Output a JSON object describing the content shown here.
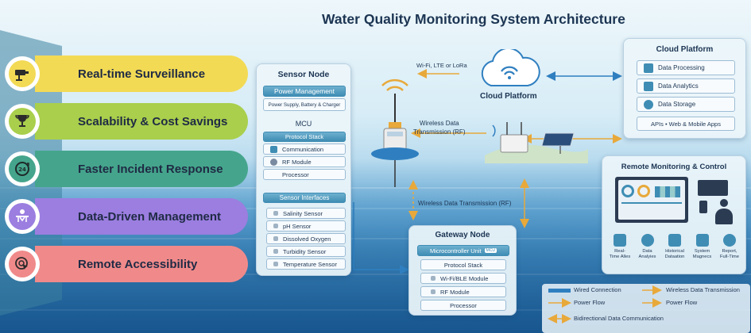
{
  "title": "Water Quality Monitoring System Architecture",
  "benefits": [
    {
      "label": "Real-time Surveillance",
      "icon": "cctv-camera-icon",
      "color": "#f2da55"
    },
    {
      "label": "Scalability & Cost Savings",
      "icon": "trophy-icon",
      "color": "#a9cf4c"
    },
    {
      "label": "Faster Incident Response",
      "icon": "24-hour-icon",
      "color": "#45a58c"
    },
    {
      "label": "Data-Driven Management",
      "icon": "presenter-icon",
      "color": "#9b7ee0"
    },
    {
      "label": "Remote Accessibility",
      "icon": "cursor-target-icon",
      "color": "#f08a8a"
    }
  ],
  "sensor_node": {
    "title": "Sensor Node",
    "power_management": "Power Management",
    "power_detail": "Power Supply, Battery & Charger",
    "mcu": "MCU",
    "mcu_items": [
      "Protocol Stack",
      "Communication",
      "RF Module",
      "Processor"
    ],
    "sensor_interfaces": "Sensor Interfaces",
    "sensors": [
      "Salinity Sensor",
      "pH Sensor",
      "Dissolved Oxygen",
      "Turbidity Sensor",
      "Temperature Sensor"
    ]
  },
  "cloud_label": "Cloud Platform",
  "cloud_platform": {
    "title": "Cloud Platform",
    "items": [
      "Data Processing",
      "Data Analytics",
      "Data Storage"
    ],
    "apis": "APIs • Web & Mobile Apps"
  },
  "links": {
    "uplink": "Wi-Fi, LTE or LoRa",
    "wireless_rf": "Wireless Data\nTransmission (RF)",
    "wireless_rf_gateway": "Wireless Data Transmission (RF)"
  },
  "gateway_node": {
    "title": "Gateway Node",
    "mcu": "Microcontroller Unit",
    "mcu_tag": "MCU",
    "items": [
      "Protocol Stack",
      "Wi-Fi/BLE Module",
      "RF Module",
      "Processor"
    ]
  },
  "remote_monitoring": {
    "title": "Remote Monitoring & Control",
    "features": [
      "Real-\nTime Alles",
      "Data\nAnalyies",
      "Historical\nDataation",
      "System\nMagnecs",
      "Report,\nFull-Time"
    ]
  },
  "legend": {
    "wired": "Wired Connection",
    "wireless": "Wireless Data Transmission",
    "power1": "Power Flow",
    "power2": "Power Flow",
    "bidirectional": "Bidirectional Data Communication"
  },
  "colors": {
    "navy": "#1c3553",
    "accent": "#3f8db4",
    "wireless_arrow": "#e8a93a",
    "wired_arrow": "#2f7fc0"
  }
}
